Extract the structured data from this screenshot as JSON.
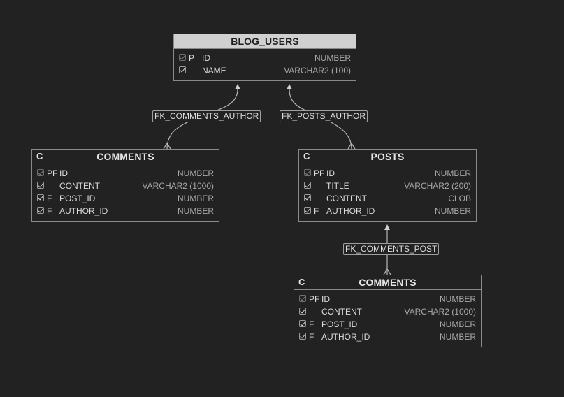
{
  "entities": {
    "blog_users": {
      "title": "BLOG_USERS",
      "kind": "",
      "columns": [
        {
          "key": "P",
          "name": "ID",
          "type": "NUMBER"
        },
        {
          "key": "",
          "name": "NAME",
          "type": "VARCHAR2 (100)"
        }
      ]
    },
    "comments_left": {
      "title": "COMMENTS",
      "kind": "C",
      "columns": [
        {
          "key": "PF",
          "name": "ID",
          "type": "NUMBER"
        },
        {
          "key": "",
          "name": "CONTENT",
          "type": "VARCHAR2 (1000)"
        },
        {
          "key": "F",
          "name": "POST_ID",
          "type": "NUMBER"
        },
        {
          "key": "F",
          "name": "AUTHOR_ID",
          "type": "NUMBER"
        }
      ]
    },
    "posts": {
      "title": "POSTS",
      "kind": "C",
      "columns": [
        {
          "key": "PF",
          "name": "ID",
          "type": "NUMBER"
        },
        {
          "key": "",
          "name": "TITLE",
          "type": "VARCHAR2 (200)"
        },
        {
          "key": "",
          "name": "CONTENT",
          "type": "CLOB"
        },
        {
          "key": "F",
          "name": "AUTHOR_ID",
          "type": "NUMBER"
        }
      ]
    },
    "comments_bottom": {
      "title": "COMMENTS",
      "kind": "C",
      "columns": [
        {
          "key": "PF",
          "name": "ID",
          "type": "NUMBER"
        },
        {
          "key": "",
          "name": "CONTENT",
          "type": "VARCHAR2 (1000)"
        },
        {
          "key": "F",
          "name": "POST_ID",
          "type": "NUMBER"
        },
        {
          "key": "F",
          "name": "AUTHOR_ID",
          "type": "NUMBER"
        }
      ]
    }
  },
  "relationships": {
    "fk_comments_author": "FK_COMMENTS_AUTHOR",
    "fk_posts_author": "FK_POSTS_AUTHOR",
    "fk_comments_post": "FK_COMMENTS_POST"
  },
  "colors": {
    "background": "#222222",
    "border": "#8a8a8a",
    "header_highlight": "#d0d0d0"
  }
}
